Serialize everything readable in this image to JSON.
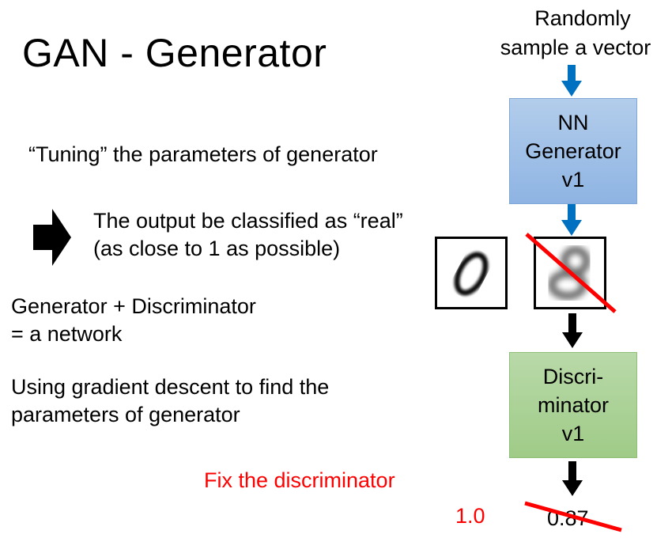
{
  "slide": {
    "title": "GAN - Generator",
    "bullets": {
      "tuning": "“Tuning” the parameters of generator",
      "output_line1": "The output be classified as “real”",
      "output_line2": "(as close to 1 as possible)",
      "network_line1": "Generator + Discriminator",
      "network_line2": "= a network",
      "gradient_line1": "Using gradient descent to find the",
      "gradient_line2": "parameters of generator"
    },
    "fix_note": "Fix the discriminator"
  },
  "diagram": {
    "input_line1": "Randomly",
    "input_line2": "sample a vector",
    "generator": {
      "line1": "NN",
      "line2": "Generator",
      "line3": "v1",
      "color": "#9dbfe7"
    },
    "discriminator": {
      "line1": "Discri-",
      "line2": "minator",
      "line3": "v1",
      "color": "#a9d18e"
    },
    "real_digit": "0",
    "generated_digit": "8",
    "old_score": "0.87",
    "target_score": "1.0",
    "arrow_blue": "#0070c0",
    "strike_color": "#ff0000"
  }
}
